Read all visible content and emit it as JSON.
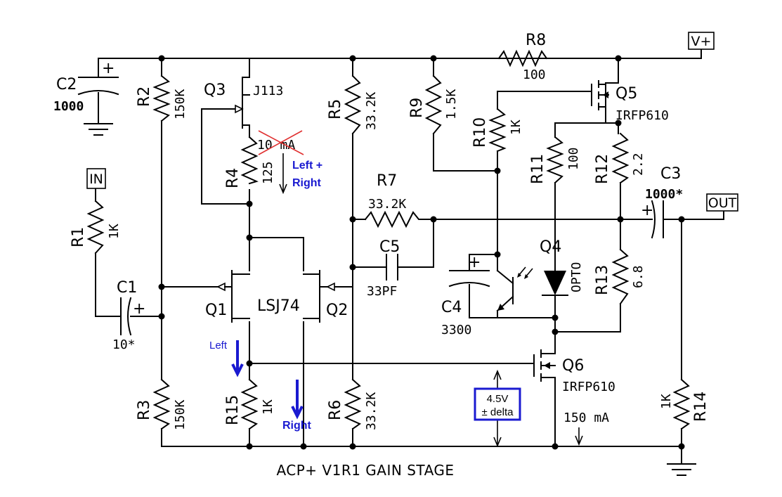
{
  "title": "ACP+ V1R1 GAIN STAGE",
  "ports": {
    "vplus": "V+",
    "input": "IN",
    "output": "OUT"
  },
  "components": {
    "R1": {
      "ref": "R1",
      "value": "1K"
    },
    "R2": {
      "ref": "R2",
      "value": "150K"
    },
    "R3": {
      "ref": "R3",
      "value": "150K"
    },
    "R4": {
      "ref": "R4",
      "value": "125"
    },
    "R5": {
      "ref": "R5",
      "value": "33.2K"
    },
    "R6": {
      "ref": "R6",
      "value": "33.2K"
    },
    "R7": {
      "ref": "R7",
      "value": "33.2K"
    },
    "R8": {
      "ref": "R8",
      "value": "100"
    },
    "R9": {
      "ref": "R9",
      "value": "1.5K"
    },
    "R10": {
      "ref": "R10",
      "value": "1K"
    },
    "R11": {
      "ref": "R11",
      "value": "100"
    },
    "R12": {
      "ref": "R12",
      "value": "2.2"
    },
    "R13": {
      "ref": "R13",
      "value": "6.8"
    },
    "R14": {
      "ref": "R14",
      "value": "1K"
    },
    "R15": {
      "ref": "R15",
      "value": "1K"
    },
    "C1": {
      "ref": "C1",
      "value": "10*"
    },
    "C2": {
      "ref": "C2",
      "value": "1000"
    },
    "C3": {
      "ref": "C3",
      "value": "1000*"
    },
    "C4": {
      "ref": "C4",
      "value": "3300"
    },
    "C5": {
      "ref": "C5",
      "value": "33PF"
    },
    "Q1": {
      "ref": "Q1"
    },
    "Q2": {
      "ref": "Q2"
    },
    "Q3": {
      "ref": "Q3",
      "value": "J113"
    },
    "Q4": {
      "ref": "Q4",
      "value": "OPTO"
    },
    "Q5": {
      "ref": "Q5",
      "value": "IRFP610"
    },
    "Q6": {
      "ref": "Q6",
      "value": "IRFP610"
    },
    "dual_fet": "LSJ74"
  },
  "annotations": {
    "crossed_current": "10 mA",
    "left_right_line1": "Left +",
    "left_right_line2": "Right",
    "left": "Left",
    "right": "Right",
    "voltage_line1": "4.5V",
    "voltage_line2": "± delta",
    "current_q6": "150 mA"
  },
  "colors": {
    "annotation_blue": "#1a1ad0",
    "cross_red": "#e03030",
    "wire": "#000000"
  }
}
